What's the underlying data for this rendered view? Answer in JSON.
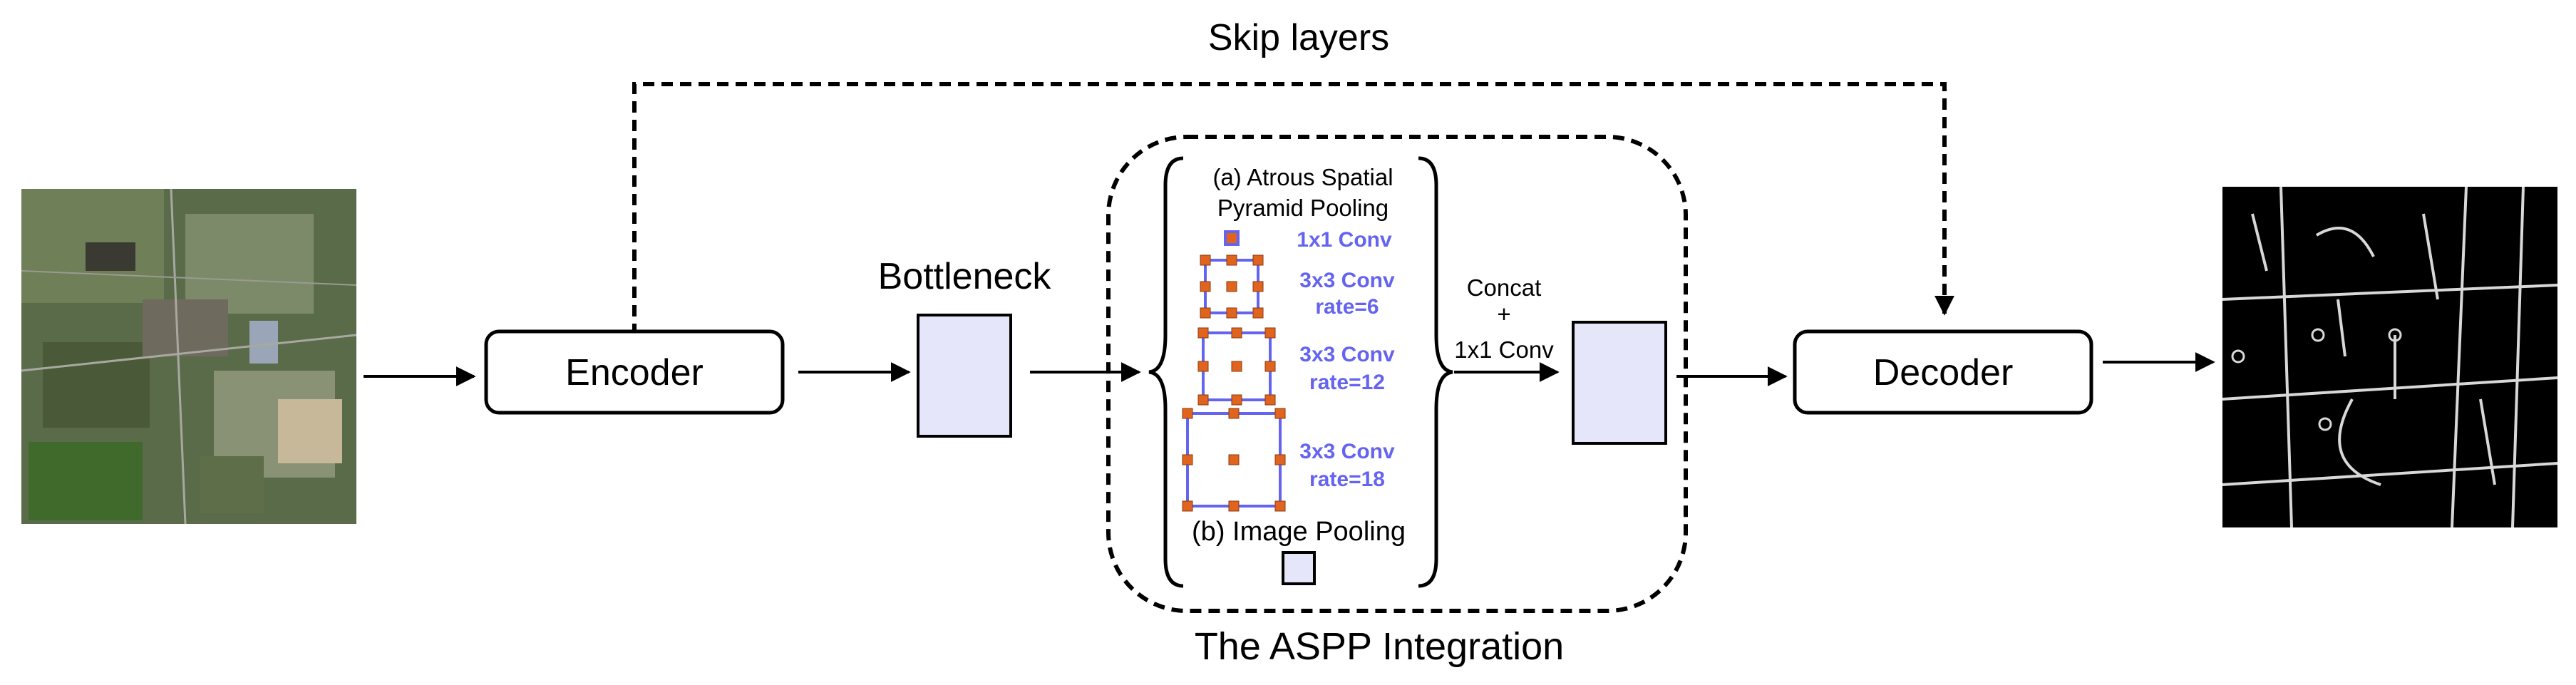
{
  "title": "Skip layers",
  "aspp_label": "The ASPP Integration",
  "blocks": {
    "encoder": "Encoder",
    "bottleneck": "Bottleneck",
    "decoder": "Decoder"
  },
  "aspp": {
    "atrous_line1": "(a) Atrous Spatial",
    "atrous_line2": "Pyramid Pooling",
    "conv1": "1x1 Conv",
    "conv2_line1": "3x3 Conv",
    "conv2_line2": "rate=6",
    "conv3_line1": "3x3 Conv",
    "conv3_line2": "rate=12",
    "conv4_line1": "3x3 Conv",
    "conv4_line2": "rate=18",
    "image_pooling": "(b) Image Pooling"
  },
  "concat": {
    "line1": "Concat",
    "line2": "+",
    "line3": "1x1 Conv"
  },
  "colors": {
    "feature_fill": "#e6e6fa",
    "conv_text": "#6464f0",
    "kernel_outline": "#6464f0",
    "kernel_dot": "#e0641e"
  }
}
